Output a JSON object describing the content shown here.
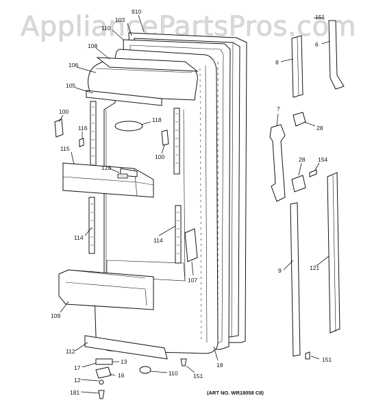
{
  "watermark": "AppliancePartsPros.com",
  "art_number": "(ART NO. WR18058 C8)",
  "labels": {
    "p910": "910",
    "p103": "103",
    "p110top": "110",
    "p108": "108",
    "p106": "106",
    "p105": "105",
    "p100a": "100",
    "p116": "116",
    "p118": "118",
    "p100b": "100",
    "p115": "115",
    "p128a": "128",
    "p114a": "114",
    "p114b": "114",
    "p107": "107",
    "p109": "109",
    "p112": "112",
    "p17": "17",
    "p13": "13",
    "p12": "12",
    "p16": "16",
    "p181": "181",
    "p110b": "110",
    "p151a": "151",
    "p18": "18",
    "p151b": "151",
    "p6": "6",
    "p8": "8",
    "p7": "7",
    "p28a": "28",
    "p28b": "28",
    "p154": "154",
    "p9": "9",
    "p121": "121",
    "p151c": "151"
  }
}
